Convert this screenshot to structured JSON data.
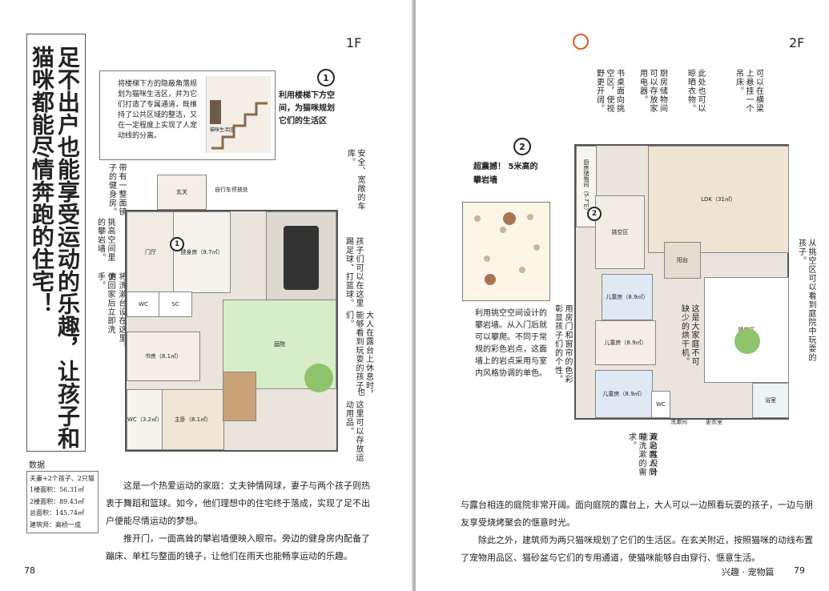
{
  "left": {
    "title": "足不出户也能享受运动的乐趣，让孩子和猫咪都能尽情奔跑的住宅！",
    "floor": "1F",
    "data_label": "数据",
    "data_items": [
      "夫妻+2个孩子、2只猫",
      "1楼面积：56.31㎡",
      "2楼面积：89.43㎡",
      "总面积：145.74㎡",
      "建筑师：高桥一成"
    ],
    "callout1": {
      "num": "1",
      "heading": "利用楼梯下方空间，为猫咪规划它们的生活区",
      "text": "将楼梯下方的隐蔽角落规划为猫咪生活区，并为它们打造了专属通道，既维持了公共区域的整洁，又在一定程度上实现了人宠动线的分离。"
    },
    "vnotes": [
      "带有一整面镜子的健身房。",
      "挑高空间里的攀岩墙。",
      "便回家后立即洗手。",
      "将洗漱台设在这里，方",
      "安全、宽敞的车库。",
      "孩子们可以在这里踢足球、打篮球。",
      "大人在露台上休息时，能够看到玩耍的孩子们。",
      "也",
      "这里可以存放运动用品。"
    ],
    "rooms": {
      "entry": "玄关",
      "bike": "自行车停放处",
      "hall": "门厅",
      "gym": "健身房（9.7㎡）",
      "garage": "车库",
      "wc": "WC",
      "sc": "SC",
      "study": "书房（8.1㎡）",
      "yard": "庭院",
      "wc2": "WC（3.2㎡）",
      "master": "主卧（8.1㎡）",
      "cat_area": "猫咪生活区"
    },
    "body": [
      "这是一个热爱运动的家庭：丈夫钟情网球，妻子与两个孩子则热衷于舞蹈和篮球。如今，他们理想中的住宅终于落成，实现了足不出户便能尽情运动的梦想。",
      "推开门，一面高耸的攀岩墙便映入眼帘。旁边的健身房内配备了蹦床、单杠与整面的镜子，让他们在雨天也能畅享运动的乐趣。"
    ],
    "page_num": "78"
  },
  "right": {
    "floor": "2F",
    "vnotes_top": [
      "书桌面向挑空区，使视野更开阔。",
      "厨房储物间可以存放家用电器。",
      "此处也可以晾晒衣物。",
      "可以在横梁上悬挂一个吊床。"
    ],
    "callout2": {
      "num": "2",
      "heading": "超震撼！ 5米高的攀岩墙",
      "text": "利用挑空空间设计的攀岩墙。从入门后就可以攀爬。不同于常规的彩色岩点，这面墙上的岩点采用与室内风格协调的单色。"
    },
    "vnotes_mid": [
      "用房门和窗帘的色彩彰显孩子们的个性。",
      "这是大家庭不可缺少的烘干机。",
      "从挑空区可以看到庭院中玩耍的孩子。",
      "满足两人同时洗漱的需求。",
      "双台盆设计能"
    ],
    "rooms": {
      "pantry": "厨房储物间（5.7㎡）",
      "void": "挑空区",
      "ldk": "LDK（31㎡）",
      "terrace": "阳台",
      "kid1": "儿童房（8.9㎡）",
      "kid2": "儿童房（8.9㎡）",
      "kid3": "儿童房（8.9㎡）",
      "wc": "WC",
      "wash": "洗漱间",
      "closet": "更衣室",
      "bath": "浴室",
      "void2": "挑空区"
    },
    "body": [
      "与露台相连的庭院非常开阔。面向庭院的露台上，大人可以一边照看玩耍的孩子，一边与朋友享受烧烤聚会的惬意时光。",
      "除此之外，建筑师为两只猫咪规划了它们的生活区。在玄关附近，按照猫咪的动线布置了宠物用品区、猫砂盆与它们的专用通道，使猫咪能够自由穿行、惬意生活。"
    ],
    "footer_section": "兴趣 · 宠物篇",
    "page_num": "79"
  },
  "colors": {
    "wall": "#555555",
    "floor": "#e9e4dc",
    "wood": "#c9a27a",
    "grass": "#d7ecc8",
    "accent": "#e05a2b"
  }
}
